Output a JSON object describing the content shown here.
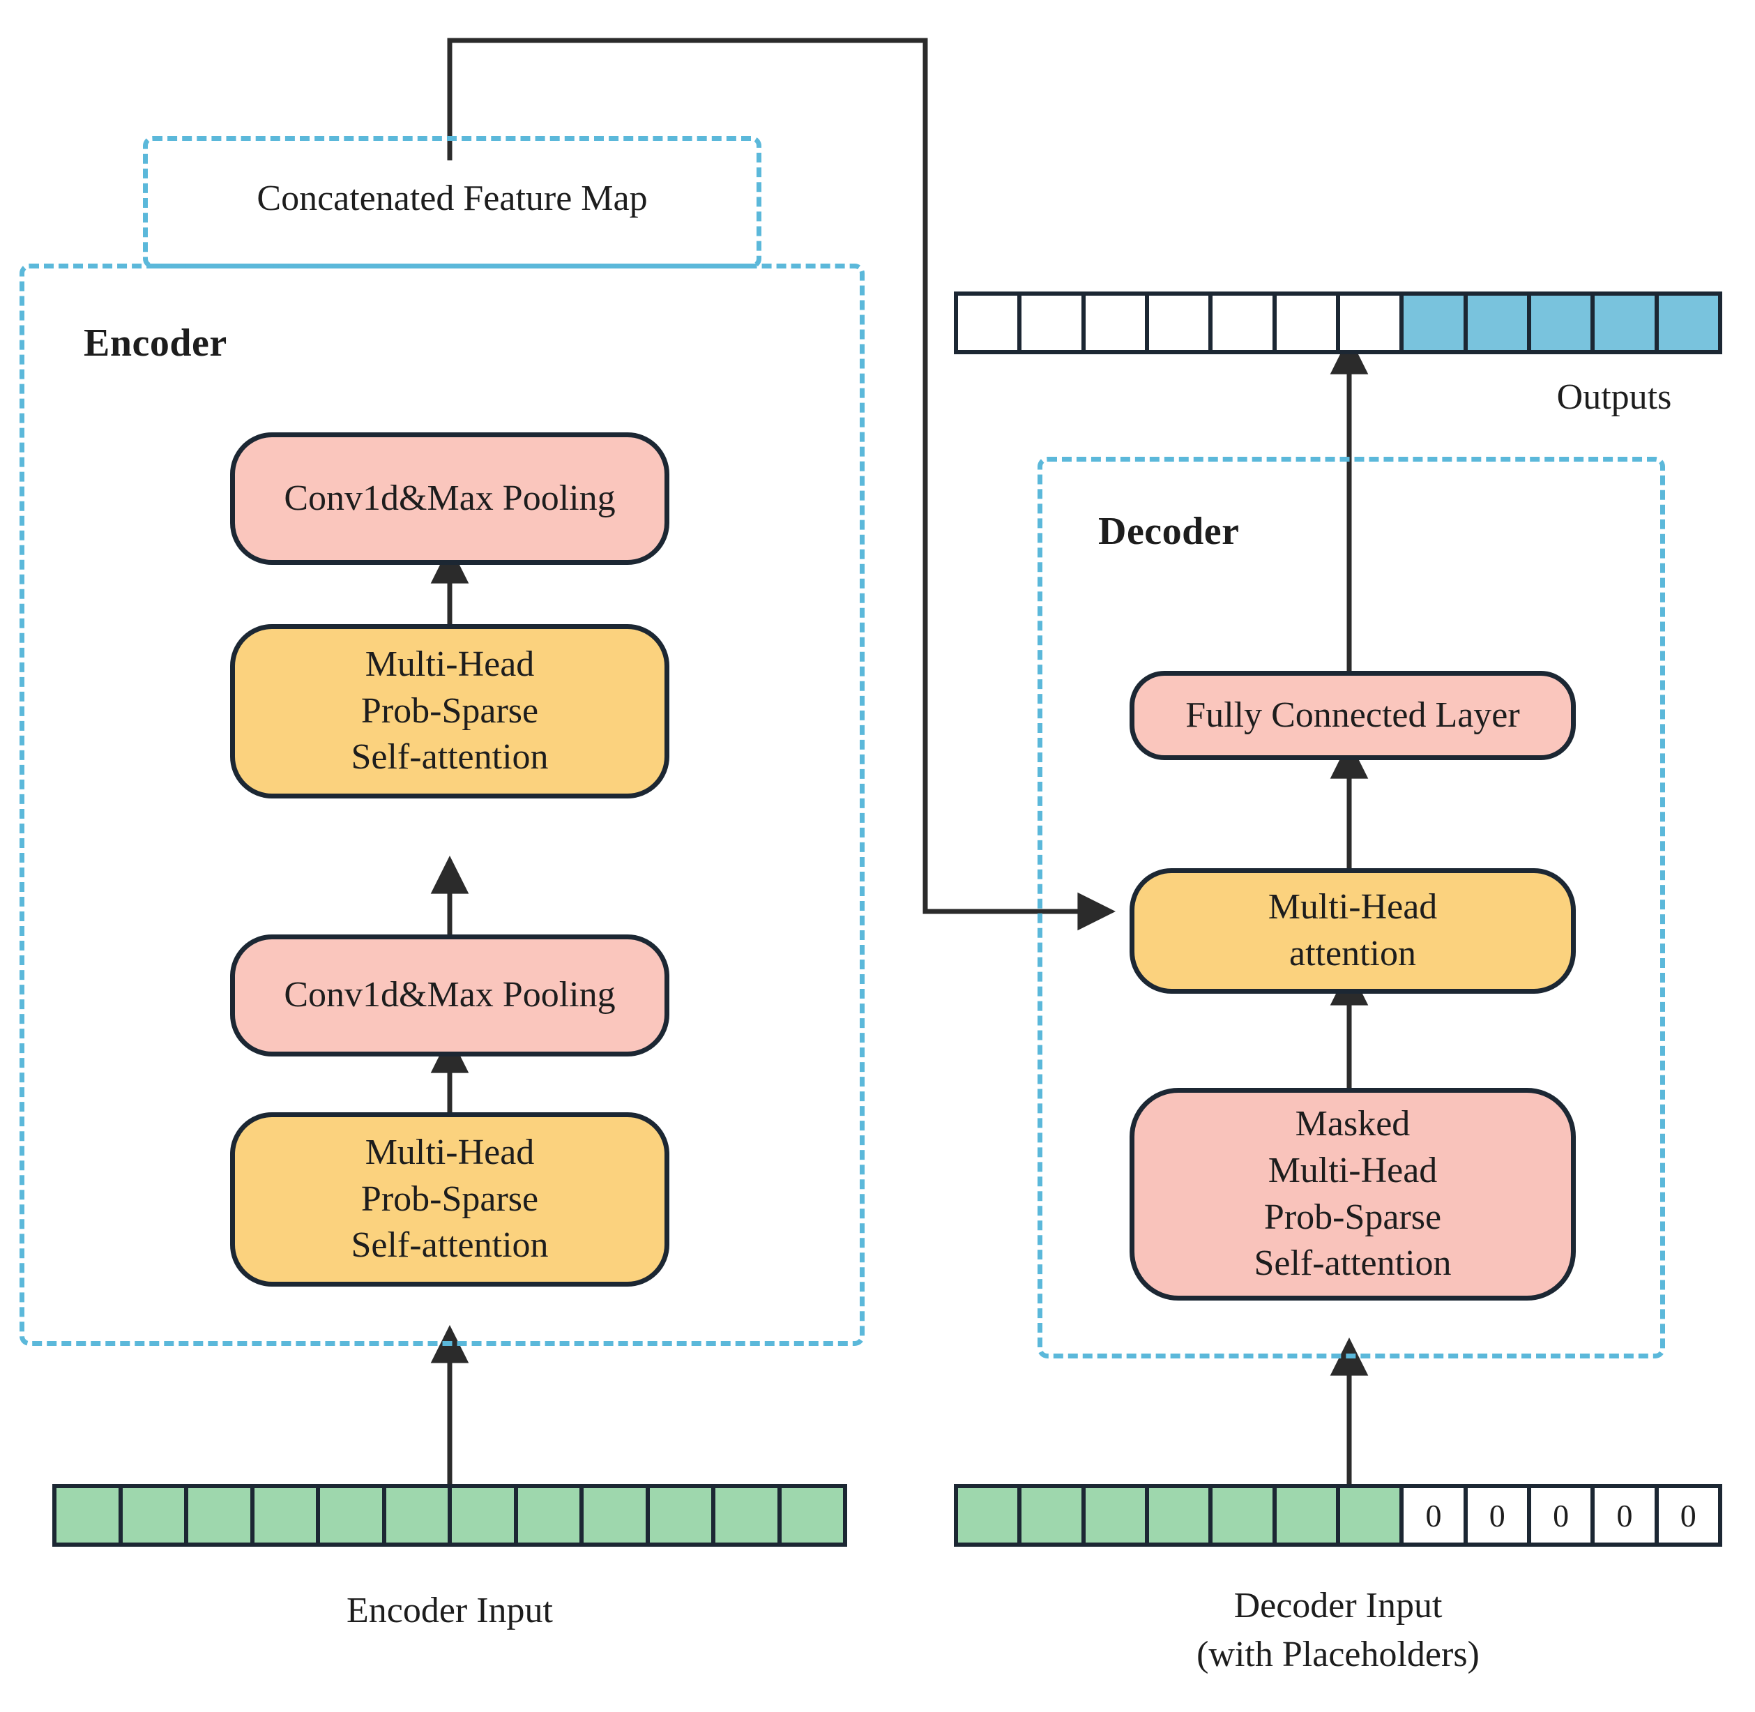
{
  "figure": {
    "type": "neural-network-architecture-diagram"
  },
  "concat_block": {
    "label": "Concatenated Feature Map"
  },
  "encoder": {
    "title": "Encoder",
    "nodes": [
      {
        "label": "Conv1d&Max Pooling",
        "color": "#fac6bd",
        "kind": "pink"
      },
      {
        "label": "Multi-Head\nProb-Sparse\nSelf-attention",
        "line1": "Multi-Head",
        "line2": "Prob-Sparse",
        "line3": "Self-attention",
        "color": "#fbd27e",
        "kind": "yellow"
      },
      {
        "label": "Conv1d&Max Pooling",
        "color": "#fac6bd",
        "kind": "pink"
      },
      {
        "label": "Multi-Head\nProb-Sparse\nSelf-attention",
        "line1": "Multi-Head",
        "line2": "Prob-Sparse",
        "line3": "Self-attention",
        "color": "#fbd27e",
        "kind": "yellow"
      }
    ],
    "input_caption": "Encoder Input",
    "input_cells": [
      "green",
      "green",
      "green",
      "green",
      "green",
      "green",
      "green",
      "green",
      "green",
      "green",
      "green",
      "green"
    ]
  },
  "decoder": {
    "title": "Decoder",
    "nodes": [
      {
        "label": "Fully Connected Layer",
        "color": "#fac6bd",
        "kind": "pink"
      },
      {
        "line1": "Multi-Head",
        "line2": "attention",
        "color": "#fbd27e",
        "kind": "yellow"
      },
      {
        "line1": "Masked",
        "line2": "Multi-Head",
        "line3": "Prob-Sparse",
        "line4": "Self-attention",
        "color": "#f9c3bb",
        "kind": "pink2"
      }
    ],
    "input_caption_line1": "Decoder Input",
    "input_caption_line2": "(with Placeholders)",
    "input_cells": [
      {
        "fill": "green",
        "text": ""
      },
      {
        "fill": "green",
        "text": ""
      },
      {
        "fill": "green",
        "text": ""
      },
      {
        "fill": "green",
        "text": ""
      },
      {
        "fill": "green",
        "text": ""
      },
      {
        "fill": "green",
        "text": ""
      },
      {
        "fill": "green",
        "text": ""
      },
      {
        "fill": "white",
        "text": "0"
      },
      {
        "fill": "white",
        "text": "0"
      },
      {
        "fill": "white",
        "text": "0"
      },
      {
        "fill": "white",
        "text": "0"
      },
      {
        "fill": "white",
        "text": "0"
      }
    ]
  },
  "outputs": {
    "caption": "Outputs",
    "cells": [
      "white",
      "white",
      "white",
      "white",
      "white",
      "white",
      "white",
      "blue",
      "blue",
      "blue",
      "blue",
      "blue"
    ]
  },
  "colors": {
    "dashed_border": "#5bb8da",
    "stroke": "#1c2733",
    "pink": "#fac6bd",
    "yellow": "#fbd27e",
    "green": "#9ed7ad",
    "blue": "#79c3dd",
    "text": "#1d1d1d"
  }
}
